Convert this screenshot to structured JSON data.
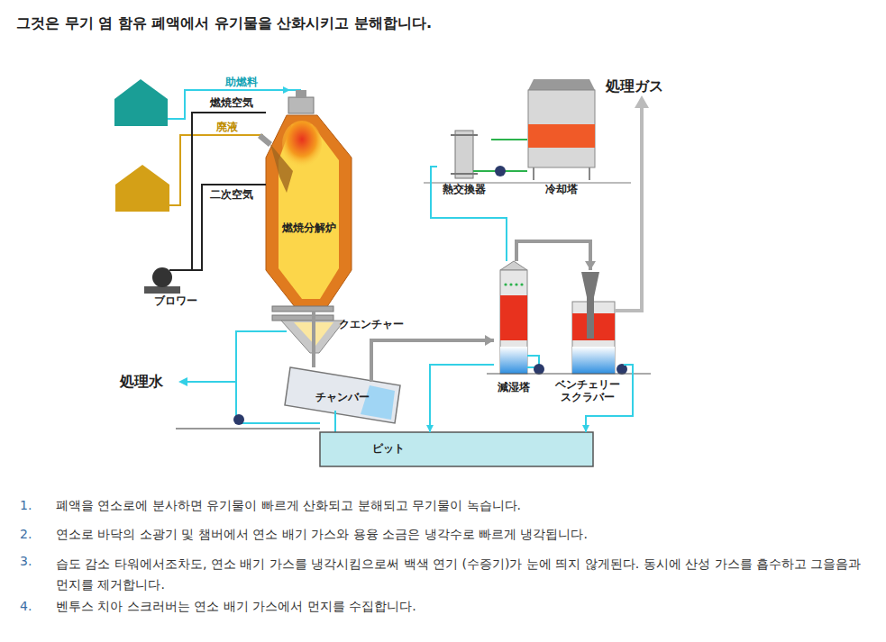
{
  "diagram": {
    "title": "그것은 무기 염 함유 폐액에서 유기물을 산화시키고 분해합니다.",
    "nodes": [
      {
        "text": [
          "燃焼分解炉"
        ]
      },
      {
        "text": [
          "チャンバー"
        ]
      },
      {
        "text": [
          "ピット"
        ]
      },
      {
        "text": [
          "熱交換器"
        ]
      },
      {
        "text": [
          "冷却塔"
        ]
      },
      {
        "text": [
          "減湿塔"
        ]
      },
      {
        "text": [
          "ベンチェリー スクラバー"
        ]
      },
      {
        "text": [
          "ブロワー"
        ]
      }
    ],
    "edges": [
      {
        "from": 7,
        "to": 0,
        "arrow": "none",
        "label": "燃焼空気"
      },
      {
        "from": 7,
        "to": 0,
        "arrow": "none",
        "label": "二次空気"
      },
      {
        "from": 0,
        "to": 1,
        "arrow": "none"
      },
      {
        "from": 1,
        "to": 5,
        "arrow": "to"
      },
      {
        "from": 5,
        "to": 6,
        "arrow": "to"
      },
      {
        "from": 3,
        "to": 4,
        "arrow": "none"
      },
      {
        "from": 3,
        "to": 5,
        "arrow": "none"
      },
      {
        "from": 5,
        "to": 2,
        "arrow": "to"
      },
      {
        "from": 6,
        "to": 2,
        "arrow": "to"
      }
    ],
    "labels": [
      "助燃料",
      "廃液",
      "クエンチャー",
      "処理水",
      "処理ガス",
      "1.",
      "폐액을 연소로에 분사하면 유기물이 빠르게 산화되고 분해되고 무기물이 녹습니다.",
      "2.",
      "연소로 바닥의 소광기 및 챔버에서 연소 배기 가스와 용융 소금은 냉각수로 빠르게 냉각됩니다.",
      "3.",
      "습도 감소 타워에서조차도, 연소 배기 가스를 냉각시킴으로써 백색 연기 (수증기)가 눈에 띄지 않게된다. 동시에 산성 가스를 흡수하고 그을음과 먼지를 제거합니다.",
      "4.",
      "벤투스 치아 스크러버는 연소 배기 가스에서 먼지를 수집합니다."
    ]
  }
}
